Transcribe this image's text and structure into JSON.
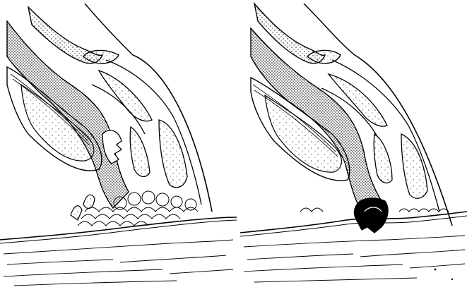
{
  "figure": {
    "panels": [
      {
        "id": "left"
      },
      {
        "id": "right"
      }
    ],
    "colors": {
      "ink": "#000000",
      "paper": "#ffffff"
    },
    "style": "black ink line drawing with stipple shading"
  }
}
